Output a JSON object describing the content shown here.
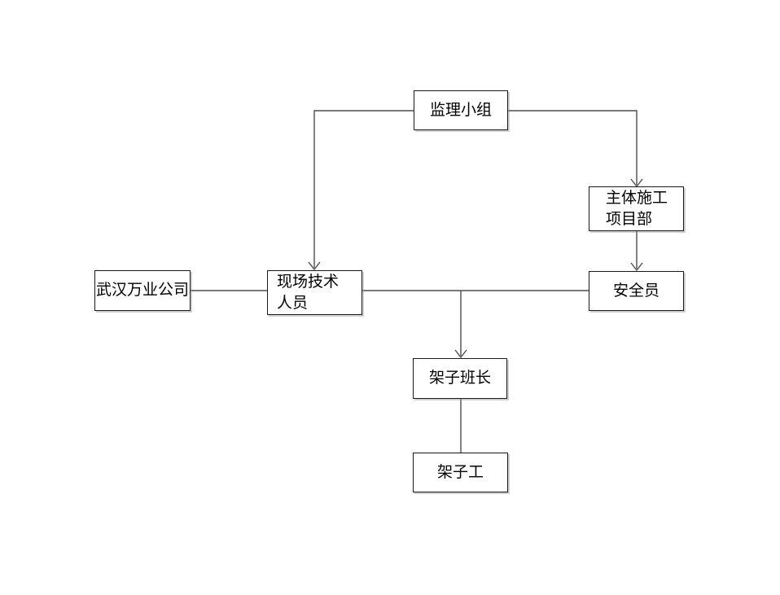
{
  "diagram": {
    "background_color": "#ffffff",
    "line_color": "#4d4d4d",
    "border_color": "#1a1a1a",
    "nodes": {
      "supervision_group": {
        "label": "监理小组"
      },
      "main_construction_dept": {
        "label": "主体施工\n项目部"
      },
      "safety_officer": {
        "label": "安全员"
      },
      "wuhan_wanye_company": {
        "label": "武汉万业公司"
      },
      "site_technical_staff": {
        "label": "现场技术\n人员"
      },
      "scaffold_foreman": {
        "label": "架子班长"
      },
      "scaffolder": {
        "label": "架子工"
      }
    },
    "edges": [
      {
        "from": "supervision_group",
        "to": "site_technical_staff",
        "arrow": true
      },
      {
        "from": "supervision_group",
        "to": "main_construction_dept",
        "arrow": true
      },
      {
        "from": "main_construction_dept",
        "to": "safety_officer",
        "arrow": true
      },
      {
        "from": "wuhan_wanye_company",
        "to": "site_technical_staff",
        "arrow": false
      },
      {
        "from": "site_technical_staff",
        "to": "safety_officer",
        "arrow": false
      },
      {
        "from": "site_technical_staff",
        "to": "scaffold_foreman",
        "arrow": true
      },
      {
        "from": "scaffold_foreman",
        "to": "scaffolder",
        "arrow": false
      }
    ]
  }
}
